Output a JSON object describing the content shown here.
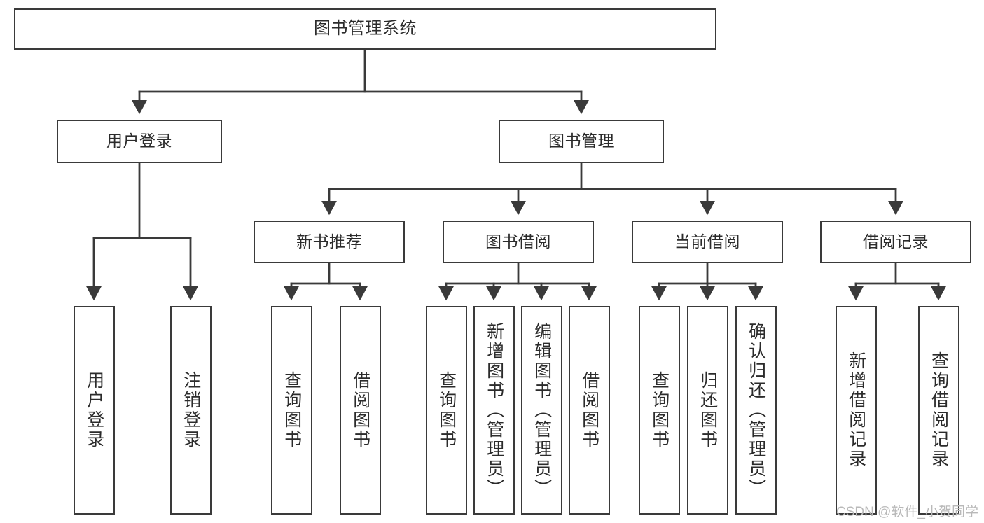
{
  "diagram": {
    "title": "图书管理系统",
    "type": "tree-hierarchy-diagram",
    "colors": {
      "box_border": "#3a3a3a",
      "box_fill": "#ffffff",
      "edge": "#3a3a3a",
      "text": "#2b2b2b",
      "watermark": "#b9b9b9",
      "background": "#ffffff"
    },
    "root": {
      "label": "图书管理系统"
    },
    "level2": [
      {
        "id": "user-login",
        "label": "用户登录"
      },
      {
        "id": "book-management",
        "label": "图书管理"
      }
    ],
    "level3": [
      {
        "id": "new-book-recommend",
        "label": "新书推荐"
      },
      {
        "id": "book-borrow",
        "label": "图书借阅"
      },
      {
        "id": "current-borrow",
        "label": "当前借阅"
      },
      {
        "id": "borrow-record",
        "label": "借阅记录"
      }
    ],
    "leaves": {
      "user_login": [
        {
          "id": "user-login-leaf",
          "label": "用户登录"
        },
        {
          "id": "logout-leaf",
          "label": "注销登录"
        }
      ],
      "new_book_recommend": [
        {
          "id": "query-book-1",
          "label": "查询图书"
        },
        {
          "id": "borrow-book-1",
          "label": "借阅图书"
        }
      ],
      "book_borrow": [
        {
          "id": "query-book-2",
          "label": "查询图书"
        },
        {
          "id": "add-book",
          "label": "新增图书（管理员）"
        },
        {
          "id": "edit-book",
          "label": "编辑图书（管理员）"
        },
        {
          "id": "borrow-book-2",
          "label": "借阅图书"
        }
      ],
      "current_borrow": [
        {
          "id": "query-book-3",
          "label": "查询图书"
        },
        {
          "id": "return-book",
          "label": "归还图书"
        },
        {
          "id": "confirm-return",
          "label": "确认归还（管理员）"
        }
      ],
      "borrow_record": [
        {
          "id": "add-borrow-record",
          "label": "新增借阅记录"
        },
        {
          "id": "query-borrow-record",
          "label": "查询借阅记录"
        }
      ]
    }
  },
  "watermark": {
    "text": "CSDN @软件_小贺同学"
  }
}
